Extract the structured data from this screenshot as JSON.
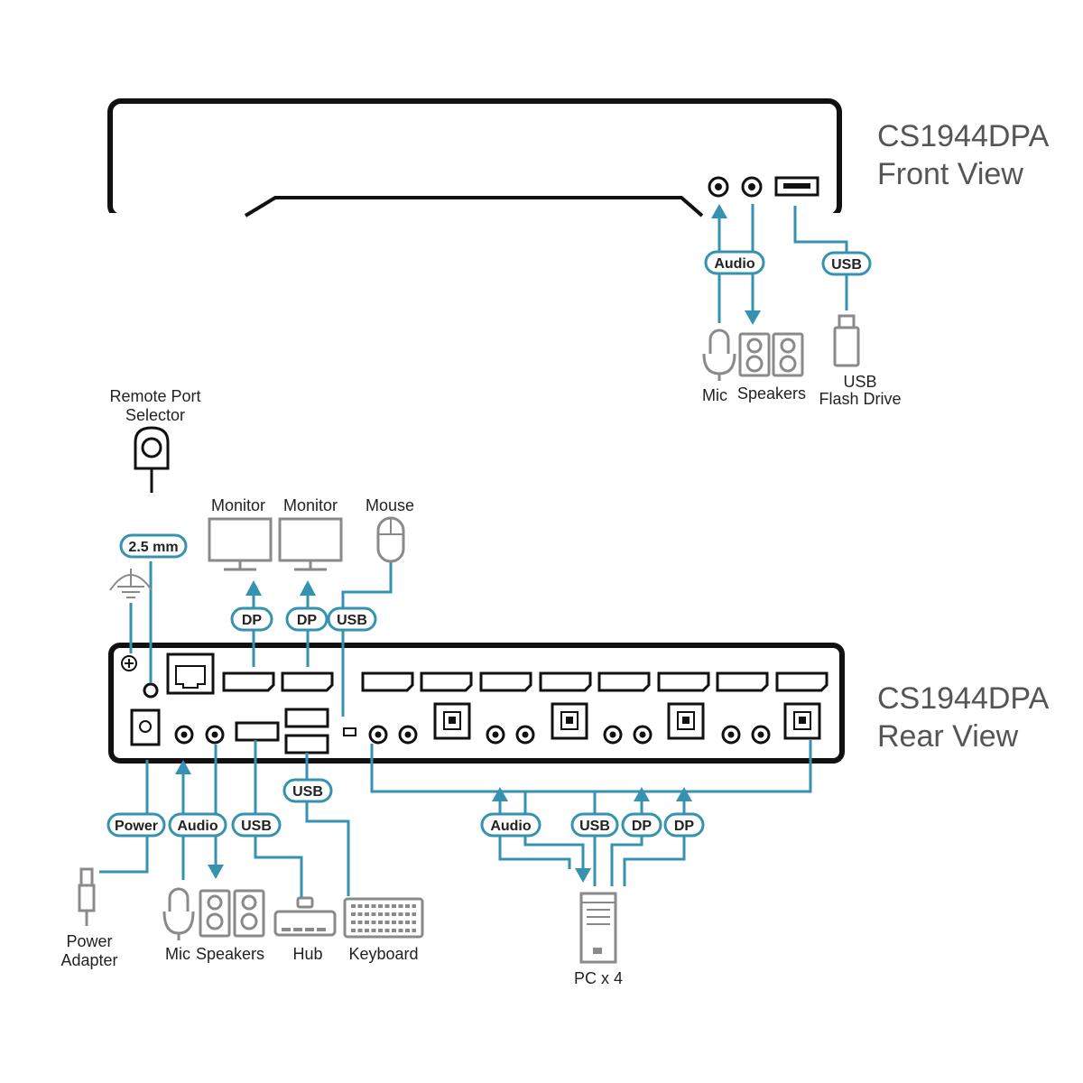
{
  "front": {
    "title_line1": "CS1944DPA",
    "title_line2": "Front View",
    "badges": {
      "audio": "Audio",
      "usb": "USB"
    },
    "devices": {
      "mic": "Mic",
      "speakers": "Speakers",
      "usb_line1": "USB",
      "usb_line2": "Flash Drive"
    }
  },
  "rear": {
    "title_line1": "CS1944DPA",
    "title_line2": "Rear View",
    "top_badges": {
      "remote": "2.5 mm",
      "dp1": "DP",
      "dp2": "DP",
      "usb_mouse": "USB"
    },
    "top_devices": {
      "remote_line1": "Remote Port",
      "remote_line2": "Selector",
      "monitor1": "Monitor",
      "monitor2": "Monitor",
      "mouse": "Mouse"
    },
    "bottom_badges": {
      "usb_keyboard": "USB",
      "power": "Power",
      "audio": "Audio",
      "usb_hub": "USB",
      "pc_audio": "Audio",
      "pc_usb": "USB",
      "pc_dp1": "DP",
      "pc_dp2": "DP"
    },
    "bottom_devices": {
      "power_line1": "Power",
      "power_line2": "Adapter",
      "mic": "Mic",
      "speakers": "Speakers",
      "hub": "Hub",
      "keyboard": "Keyboard",
      "pc": "PC x 4"
    }
  },
  "colors": {
    "cable": "#3592b0",
    "device": "#8a8a8a",
    "case": "#111111"
  }
}
